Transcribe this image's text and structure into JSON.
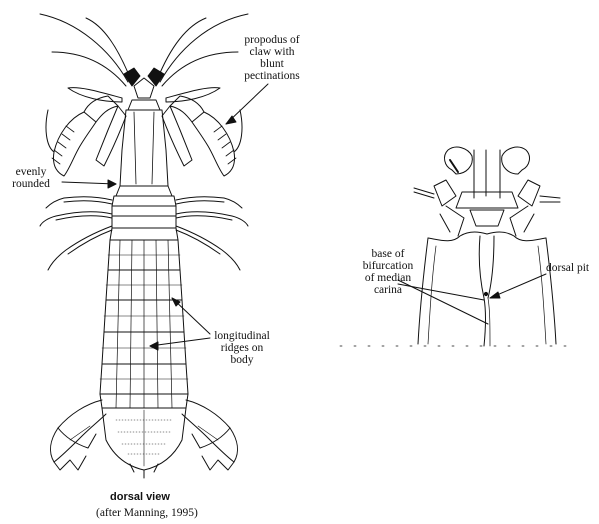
{
  "labels": {
    "propodus": [
      "propodus of",
      "claw with",
      "blunt",
      "pectinations"
    ],
    "evenly_rounded": [
      "evenly",
      "rounded"
    ],
    "longitudinal": [
      "longitudinal",
      "ridges on",
      "body"
    ],
    "base_bifurcation": [
      "base of",
      "bifurcation",
      "of median",
      "carina"
    ],
    "dorsal_pit": "dorsal pit"
  },
  "caption": {
    "view": "dorsal view",
    "credit": "(after Manning, 1995)"
  },
  "colors": {
    "ink": "#111111",
    "background": "#ffffff"
  }
}
